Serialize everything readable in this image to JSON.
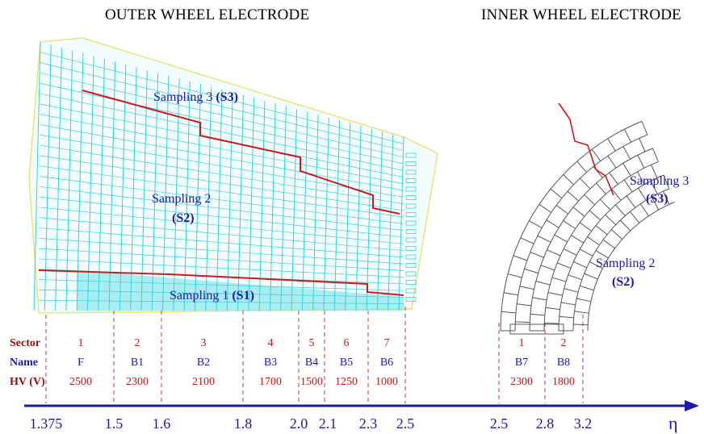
{
  "titles": {
    "outer": "OUTER WHEEL ELECTRODE",
    "inner": "INNER WHEEL ELECTRODE"
  },
  "outer_samplings": {
    "s3_text": "Sampling 3",
    "s3_code": "(S3)",
    "s2_text": "Sampling 2",
    "s2_code": "(S2)",
    "s1_text": "Sampling 1",
    "s1_code": "(S1)"
  },
  "inner_samplings": {
    "s3_text": "Sampling 3",
    "s3_code": "(S3)",
    "s2_text": "Sampling 2",
    "s2_code": "(S2)"
  },
  "table": {
    "row_labels": {
      "sector": "Sector",
      "name": "Name",
      "hv": "HV (V)"
    },
    "columns": [
      {
        "sector": "1",
        "name": "F",
        "hv": "2500"
      },
      {
        "sector": "2",
        "name": "B1",
        "hv": "2300"
      },
      {
        "sector": "3",
        "name": "B2",
        "hv": "2100"
      },
      {
        "sector": "4",
        "name": "B3",
        "hv": "1700"
      },
      {
        "sector": "5",
        "name": "B4",
        "hv": "1500"
      },
      {
        "sector": "6",
        "name": "B5",
        "hv": "1250"
      },
      {
        "sector": "7",
        "name": "B6",
        "hv": "1000"
      },
      {
        "sector": "1",
        "name": "B7",
        "hv": "2300"
      },
      {
        "sector": "2",
        "name": "B8",
        "hv": "1800"
      }
    ]
  },
  "eta_axis": {
    "ticks": [
      "1.375",
      "1.5",
      "1.6",
      "1.8",
      "2.0",
      "2.1",
      "2.3",
      "2.5",
      "2.5",
      "2.8",
      "3.2"
    ],
    "symbol": "η"
  },
  "colors": {
    "outer_grid": "#35d0dc",
    "boundary": "#d01818",
    "axis": "#1a1aa6",
    "inner_grid": "#444444"
  }
}
